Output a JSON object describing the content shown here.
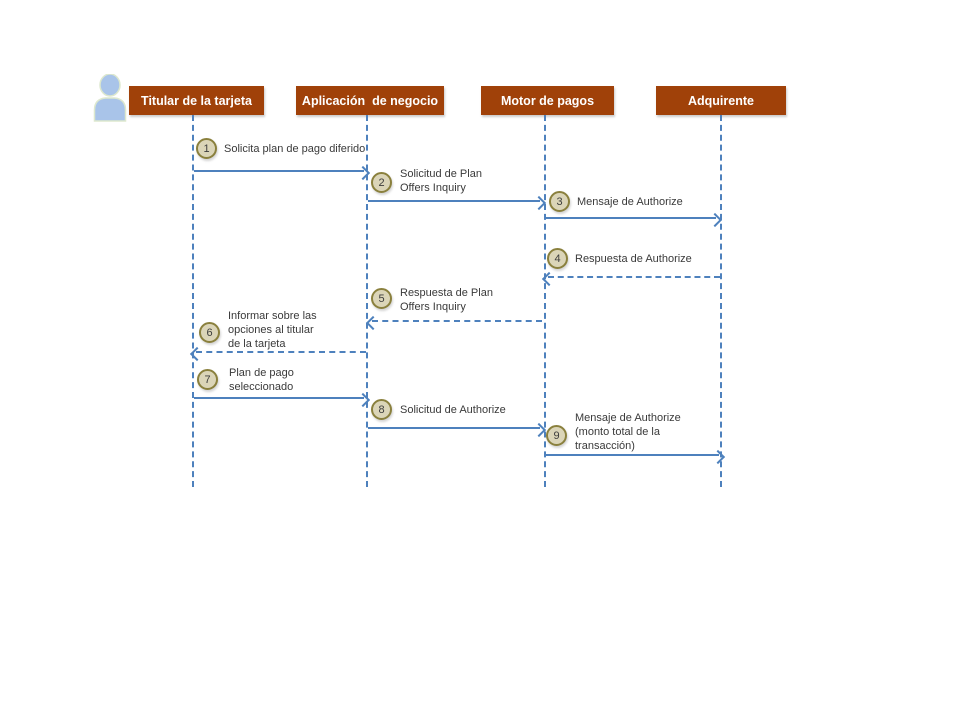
{
  "diagram": {
    "actors": [
      {
        "label": "Titular de la tarjeta"
      },
      {
        "label": "Aplicación  de negocio"
      },
      {
        "label": "Motor de pagos"
      },
      {
        "label": "Adquirente"
      }
    ],
    "messages": [
      {
        "num": "1",
        "label": "Solicita plan de pago diferido",
        "from": "Titular de la tarjeta",
        "to": "Aplicación de negocio",
        "line": "solid"
      },
      {
        "num": "2",
        "label": "Solicitud de Plan\nOffers Inquiry",
        "from": "Aplicación de negocio",
        "to": "Motor de pagos",
        "line": "solid"
      },
      {
        "num": "3",
        "label": "Mensaje de Authorize",
        "from": "Motor de pagos",
        "to": "Adquirente",
        "line": "solid"
      },
      {
        "num": "4",
        "label": "Respuesta de Authorize",
        "from": "Adquirente",
        "to": "Motor de pagos",
        "line": "dashed"
      },
      {
        "num": "5",
        "label": "Respuesta de Plan\nOffers Inquiry",
        "from": "Motor de pagos",
        "to": "Aplicación de negocio",
        "line": "dashed"
      },
      {
        "num": "6",
        "label": "Informar sobre las\nopciones al titular\nde la tarjeta",
        "from": "Aplicación de negocio",
        "to": "Titular de la tarjeta",
        "line": "dashed"
      },
      {
        "num": "7",
        "label": "Plan de pago\nseleccionado",
        "from": "Titular de la tarjeta",
        "to": "Aplicación de negocio",
        "line": "solid"
      },
      {
        "num": "8",
        "label": "Solicitud de Authorize",
        "from": "Aplicación de negocio",
        "to": "Motor de pagos",
        "line": "solid"
      },
      {
        "num": "9",
        "label": "Mensaje de Authorize\n(monto total de la\ntransacción)",
        "from": "Motor de pagos",
        "to": "Adquirente",
        "line": "solid"
      }
    ],
    "colors": {
      "actor_bg": "#A04109",
      "actor_text": "#FFFFFF",
      "line": "#4E81BD",
      "badge_fill": "#DBD5B8",
      "badge_border": "#8A803D",
      "label_text": "#3A3A3A",
      "person_fill": "#A9C4E9",
      "person_outline": "#DDE8CE"
    }
  }
}
